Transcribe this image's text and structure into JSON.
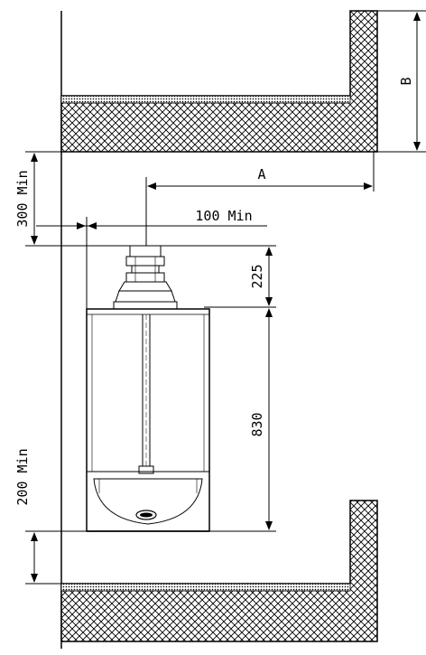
{
  "labels": {
    "dim_a": "A",
    "dim_b": "B",
    "dim_100_min": "100 Min",
    "dim_300_min": "300 Min",
    "dim_225": "225",
    "dim_830": "830",
    "dim_200_min": "200 Min"
  },
  "colors": {
    "line": "#000000",
    "background": "#ffffff",
    "hatch": "#000000"
  }
}
